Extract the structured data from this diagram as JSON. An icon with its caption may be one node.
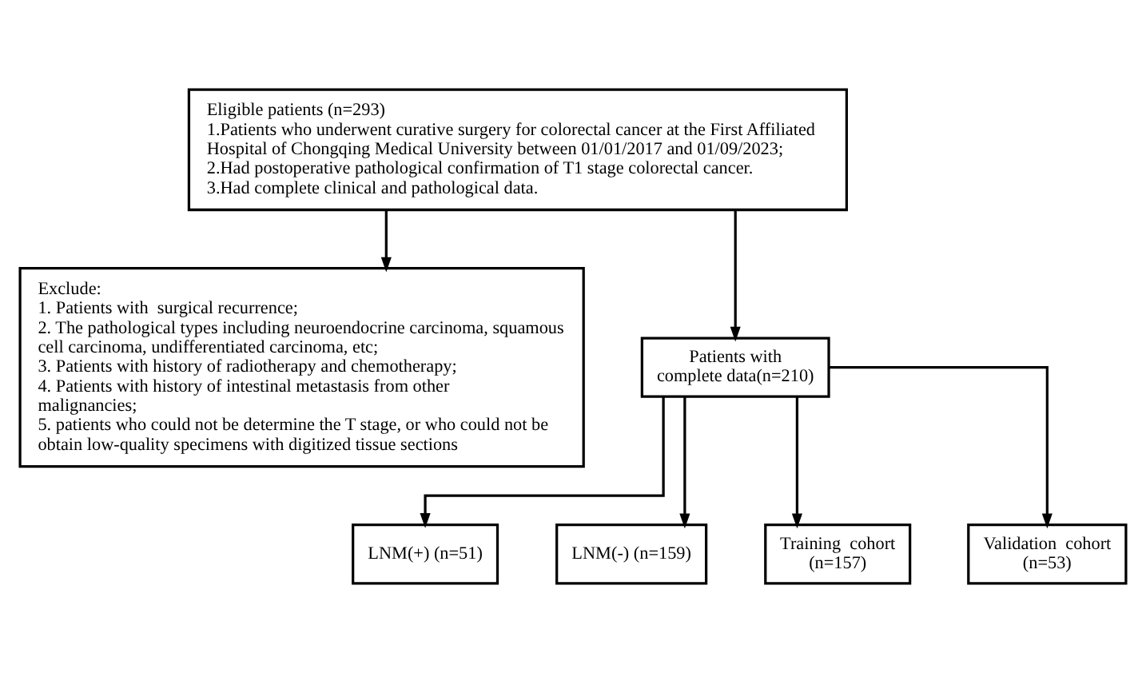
{
  "diagram": {
    "nodes": [
      {
        "text": [
          "Eligible patients (n=293)",
          "1.Patients who underwent curative surgery for colorectal cancer at the First Affiliated Hospital of Chongqing Medical University between 01/01/2017 and 01/09/2023;",
          "2.Had postoperative pathological confirmation of T1 stage colorectal cancer.",
          "3.Had complete clinical and pathological data."
        ]
      },
      {
        "text": [
          "Exclude:",
          "1. Patients with  surgical recurrence;",
          "2. The pathological types including neuroendocrine carcinoma, squamous cell carcinoma, undifferentiated carcinoma, etc;",
          "3. Patients with history of radiotherapy and chemotherapy;",
          "4. Patients with history of intestinal metastasis from other malignancies;",
          "5. patients who could not be determine the T stage, or who could not be obtain low-quality specimens with digitized tissue sections"
        ]
      },
      {
        "text": [
          "Patients with complete data(n=210)"
        ]
      },
      {
        "text": [
          "LNM(+) (n=51)"
        ]
      },
      {
        "text": [
          "LNM(-) (n=159)"
        ]
      },
      {
        "text": [
          "Training  cohort (n=157)"
        ]
      },
      {
        "text": [
          "Validation  cohort (n=53)"
        ]
      }
    ],
    "edges": [
      {
        "from": 0,
        "to": 1,
        "arrow": "to"
      },
      {
        "from": 0,
        "to": 2,
        "arrow": "to"
      },
      {
        "from": 2,
        "to": 3,
        "arrow": "to"
      },
      {
        "from": 2,
        "to": 4,
        "arrow": "to"
      },
      {
        "from": 2,
        "to": 5,
        "arrow": "to"
      },
      {
        "from": 2,
        "to": 6,
        "arrow": "to"
      }
    ]
  }
}
